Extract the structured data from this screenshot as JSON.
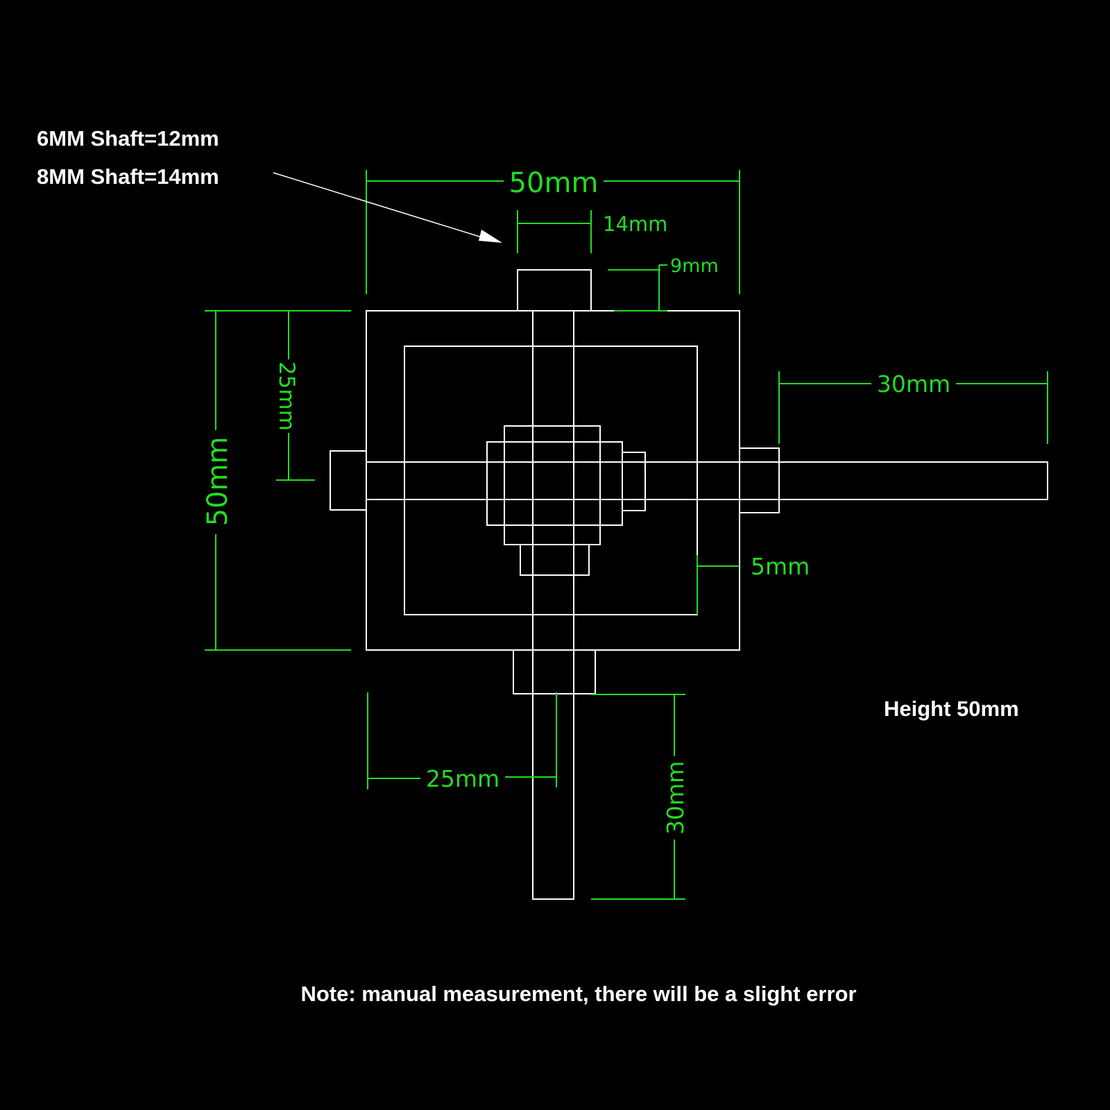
{
  "colors": {
    "background": "#000000",
    "part_outline": "#ffffff",
    "dimension": "#22dd22",
    "note_text": "#ffffff"
  },
  "notes": {
    "shaft_6mm": "6MM Shaft=12mm",
    "shaft_8mm": "8MM Shaft=14mm",
    "height": "Height 50mm",
    "disclaimer": "Note: manual measurement, there will be a slight error"
  },
  "dimensions": {
    "top_width": "50mm",
    "shaft_hub_width": "14mm",
    "hub_height": "9mm",
    "left_height": "50mm",
    "left_half_height": "25mm",
    "right_shaft_length": "30mm",
    "wall_thickness": "5mm",
    "bottom_offset": "25mm",
    "bottom_shaft_length": "30mm"
  }
}
